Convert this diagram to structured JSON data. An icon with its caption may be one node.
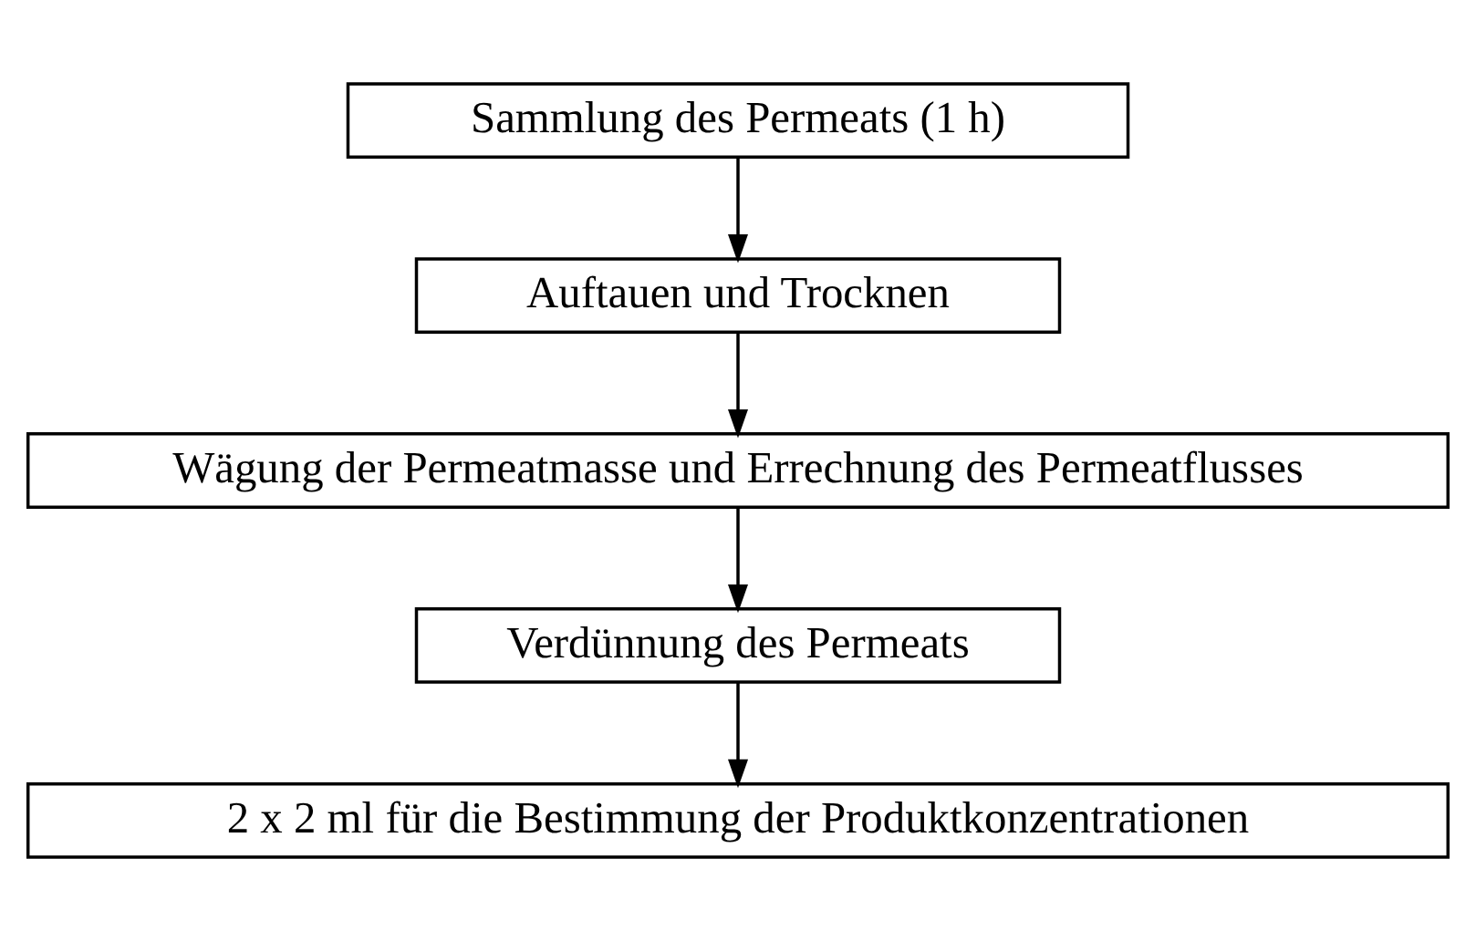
{
  "diagram": {
    "nodes": [
      {
        "text": [
          "Sammlung des Permeats (1 h)"
        ]
      },
      {
        "text": [
          "Auftauen und Trocknen"
        ]
      },
      {
        "text": [
          "Wägung der Permeatmasse und Errechnung des Permeatflusses"
        ]
      },
      {
        "text": [
          "Verdünnung des Permeats"
        ]
      },
      {
        "text": [
          "2 x 2 ml für die Bestimmung der Produktkonzentrationen"
        ]
      }
    ],
    "edges": [
      {
        "from": 0,
        "to": 1,
        "arrow": "to"
      },
      {
        "from": 1,
        "to": 2,
        "arrow": "to"
      },
      {
        "from": 2,
        "to": 3,
        "arrow": "to"
      },
      {
        "from": 3,
        "to": 4,
        "arrow": "to"
      }
    ]
  }
}
